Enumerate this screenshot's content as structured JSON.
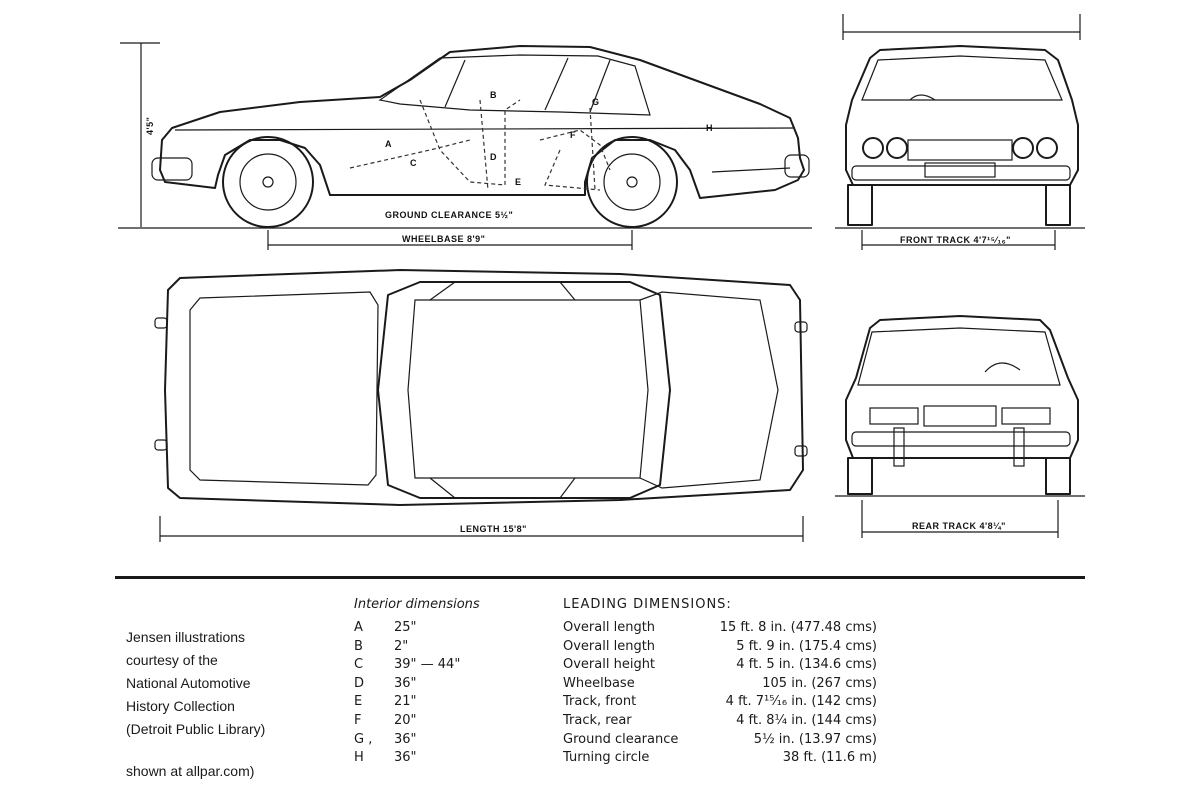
{
  "dimension_labels": {
    "ground_clearance": "GROUND CLEARANCE 5½\"",
    "wheelbase": "WHEELBASE 8'9\"",
    "front_track": "FRONT TRACK 4'7¹⁵⁄₁₆\"",
    "length": "LENGTH 15'8\"",
    "rear_track": "REAR TRACK 4'8¼\"",
    "height": "4'5\""
  },
  "credit": {
    "lines": [
      "Jensen illustrations",
      "courtesy of the",
      "National Automotive",
      "History Collection",
      "(Detroit Public Library)"
    ],
    "source": "shown at allpar.com)"
  },
  "interior": {
    "title": "Interior dimensions",
    "rows": [
      {
        "key": "A",
        "value": "25\""
      },
      {
        "key": "B",
        "value": "2\""
      },
      {
        "key": "C",
        "value": "39\" — 44\""
      },
      {
        "key": "D",
        "value": "36\""
      },
      {
        "key": "E",
        "value": "21\""
      },
      {
        "key": "F",
        "value": "20\""
      },
      {
        "key": "G ,",
        "value": "36\""
      },
      {
        "key": "H",
        "value": "36\""
      }
    ]
  },
  "leading": {
    "title": "LEADING DIMENSIONS:",
    "rows": [
      {
        "key": "Overall length",
        "value": "15 ft. 8 in. (477.48 cms)"
      },
      {
        "key": "Overall length",
        "value": "5 ft. 9 in. (175.4 cms)"
      },
      {
        "key": "Overall height",
        "value": "4 ft. 5 in. (134.6 cms)"
      },
      {
        "key": "Wheelbase",
        "value": "105 in. (267 cms)"
      },
      {
        "key": "Track, front",
        "value": "4 ft. 7¹⁵⁄₁₆ in. (142 cms)"
      },
      {
        "key": "Track, rear",
        "value": "4 ft. 8¼ in. (144 cms)"
      },
      {
        "key": "Ground clearance",
        "value": "5½ in. (13.97 cms)"
      },
      {
        "key": "Turning circle",
        "value": "38 ft. (11.6 m)"
      }
    ]
  },
  "interior_markers": [
    "A",
    "B",
    "C",
    "D",
    "E",
    "F",
    "G",
    "H"
  ]
}
